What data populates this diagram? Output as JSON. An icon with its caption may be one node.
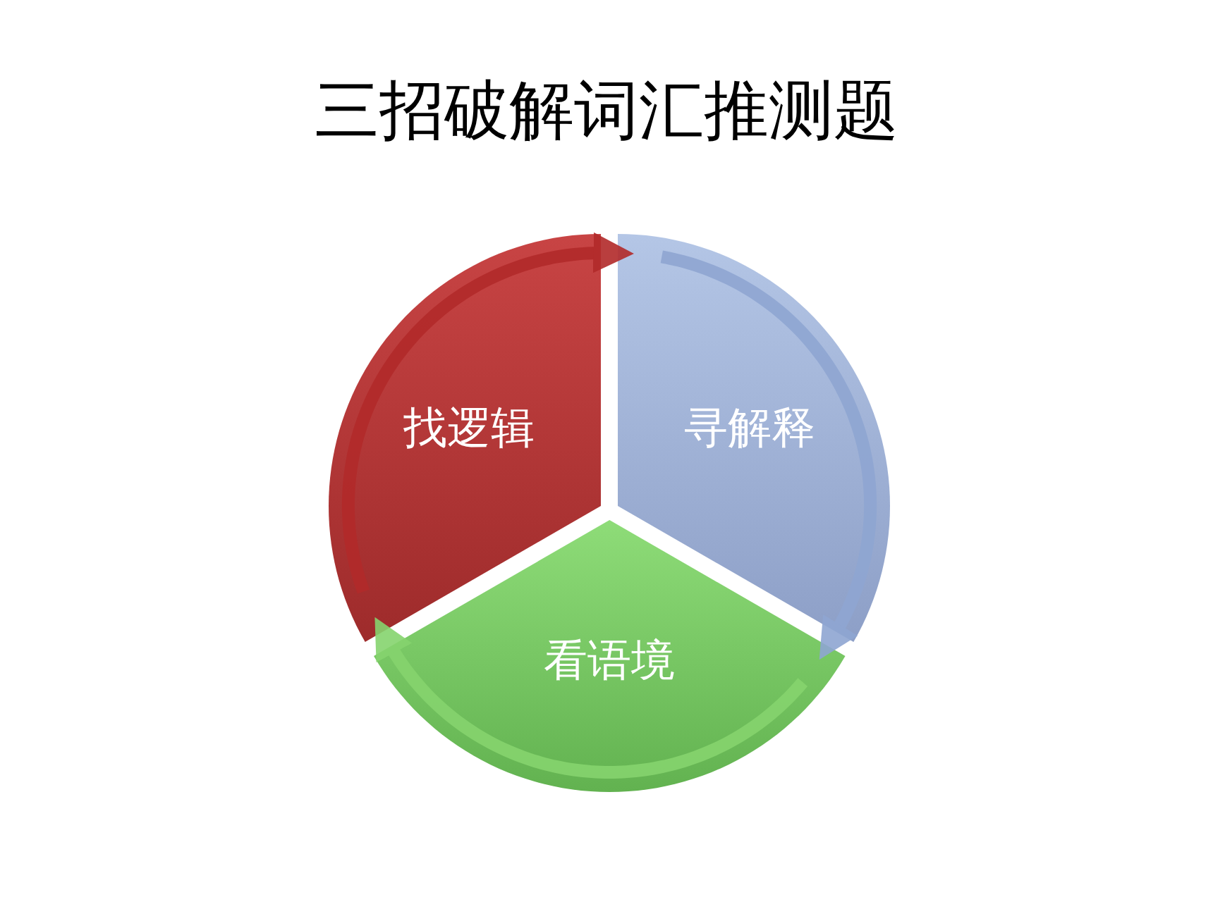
{
  "diagram": {
    "title": "三招破解词汇推测题",
    "nodes": [
      {
        "text": [
          "找逻辑"
        ]
      },
      {
        "text": [
          "寻解释"
        ]
      },
      {
        "text": [
          "看语境"
        ]
      }
    ],
    "edges": [
      {
        "from": 0,
        "to": 1,
        "arrow": "to",
        "color": "#b22a2a"
      },
      {
        "from": 1,
        "to": 2,
        "arrow": "to",
        "color": "#8fa6d2"
      },
      {
        "from": 2,
        "to": 0,
        "arrow": "to",
        "color": "#86d46e"
      }
    ]
  }
}
